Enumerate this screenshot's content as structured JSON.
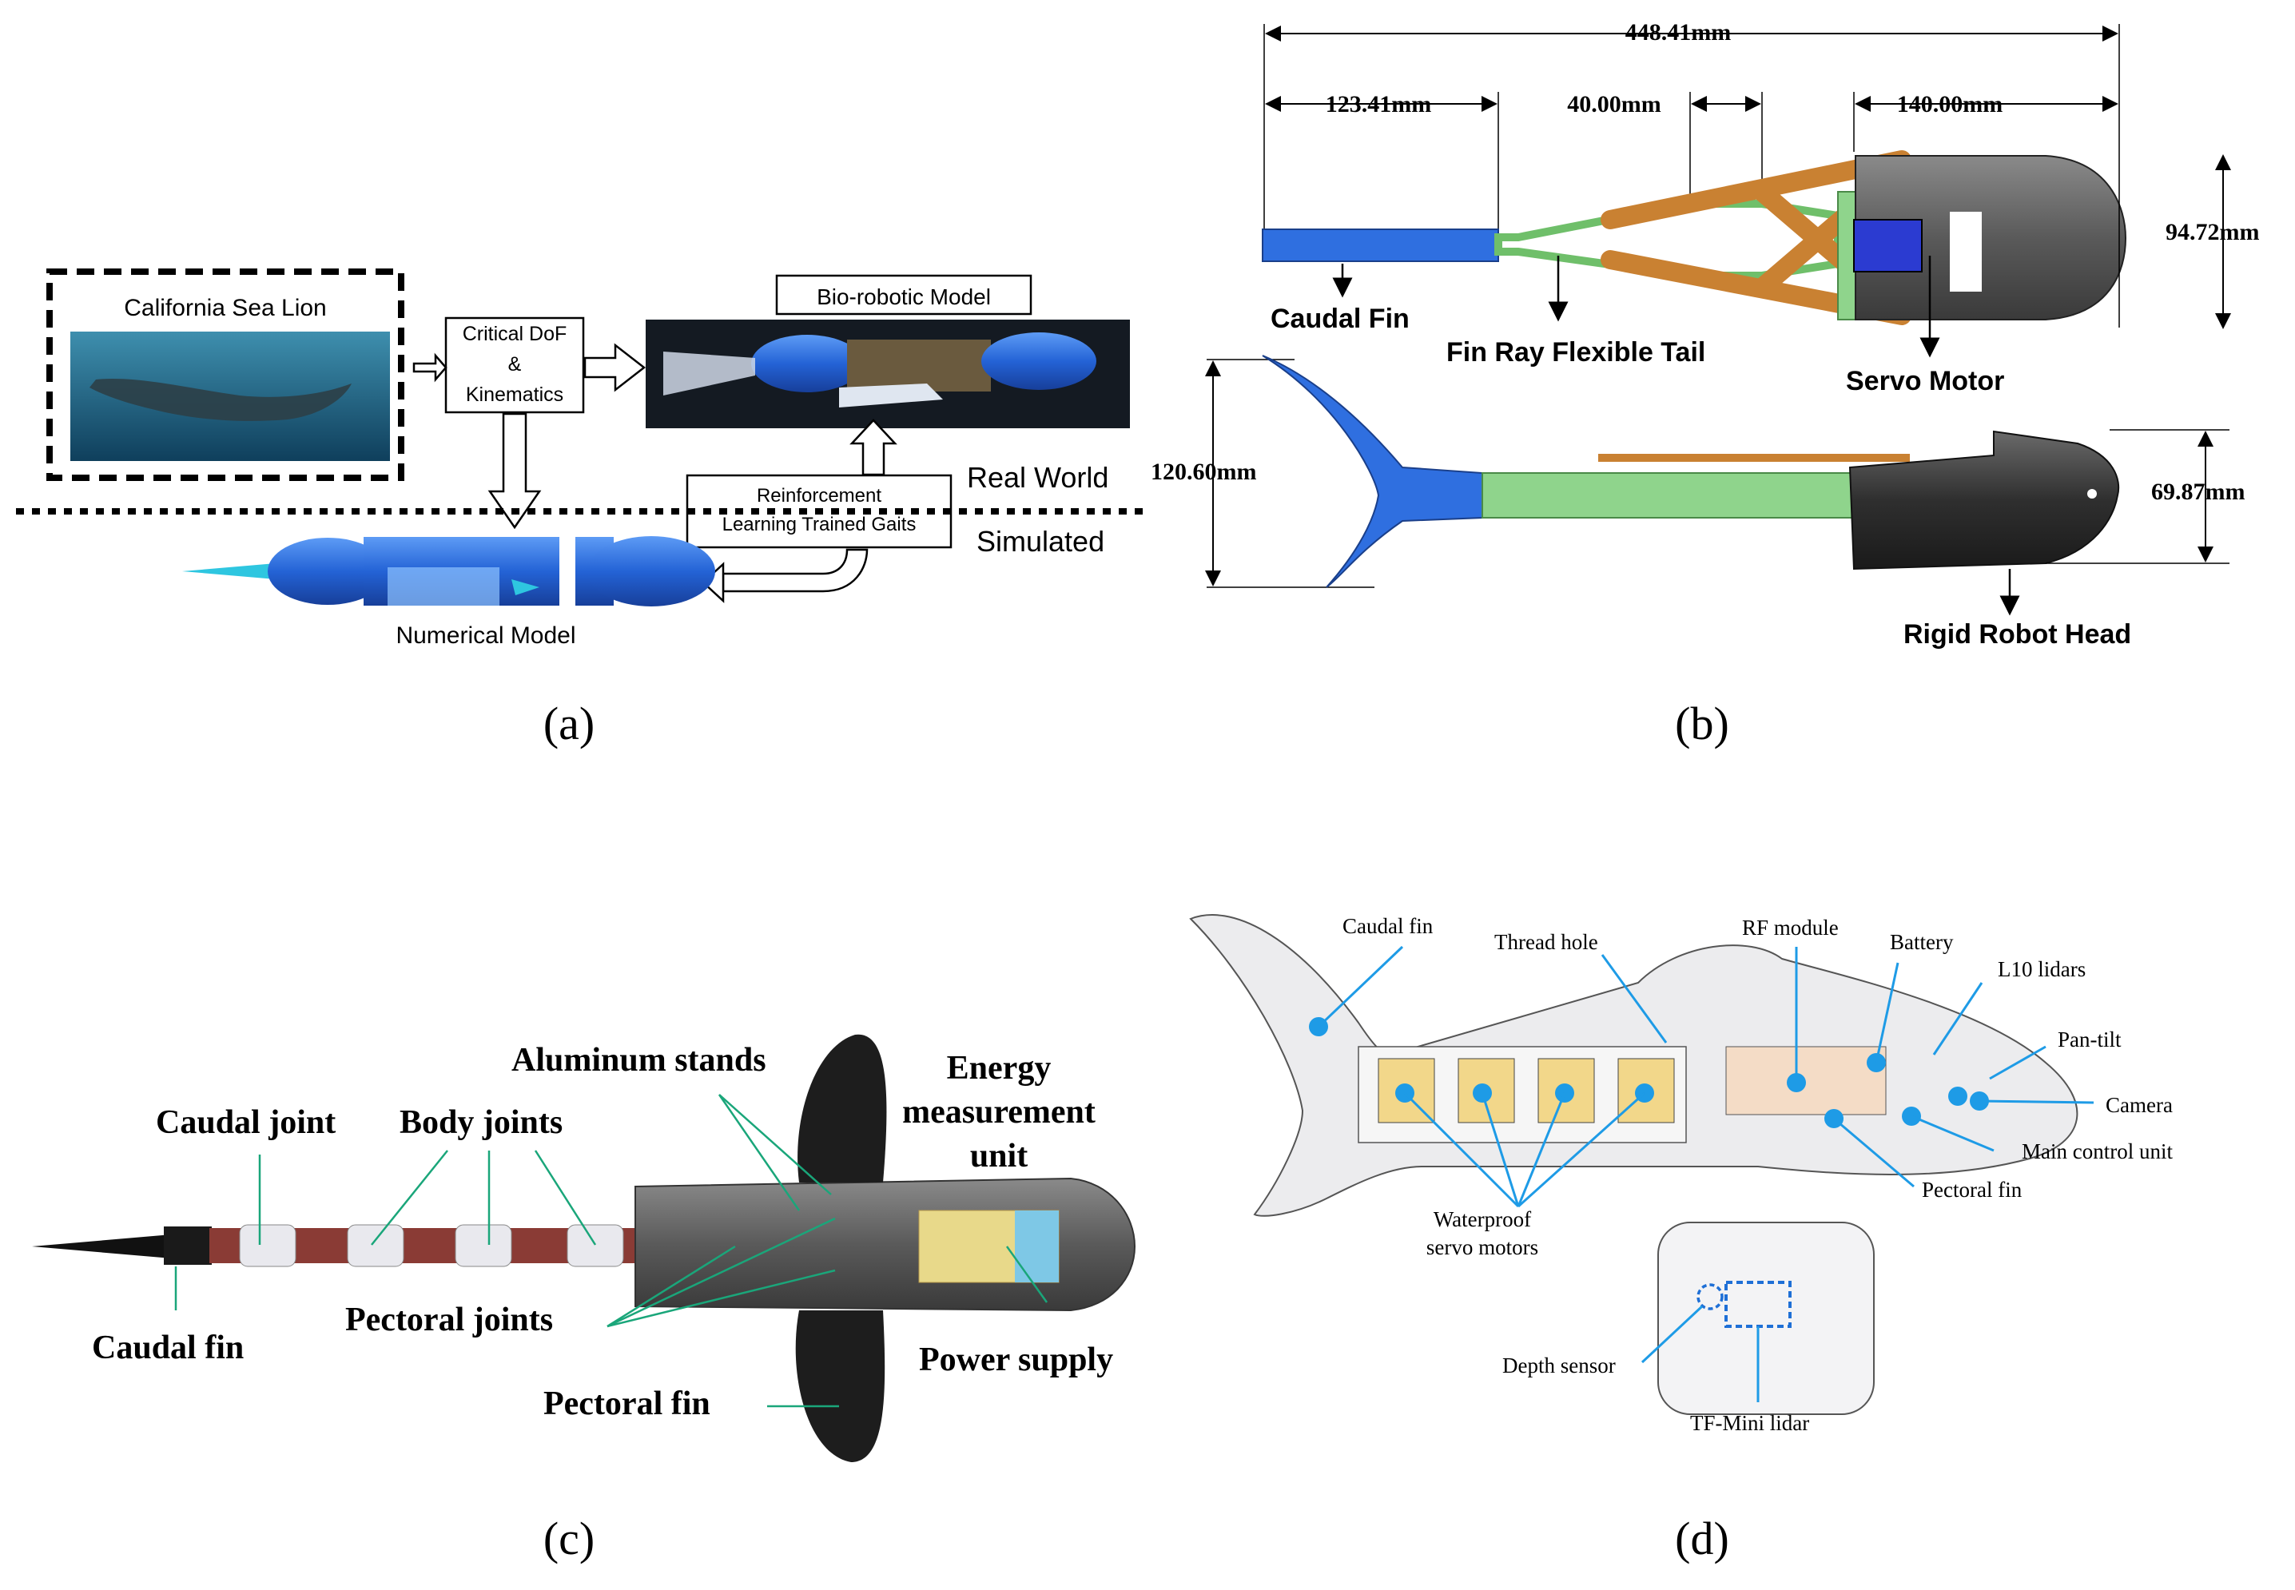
{
  "panel_a": {
    "caption": "(a)",
    "sea_lion_title": "California Sea Lion",
    "dof_box": [
      "Critical DoF",
      "&",
      "Kinematics"
    ],
    "bio_title": "Bio-robotic Model",
    "rl_box": [
      "Reinforcement",
      "Learning Trained Gaits"
    ],
    "real_world": "Real World",
    "simulated": "Simulated",
    "numerical": "Numerical Model"
  },
  "panel_b": {
    "caption": "(b)",
    "dim_total": "448.41mm",
    "dim_fin": "123.41mm",
    "dim_mid": "40.00mm",
    "dim_head": "140.00mm",
    "dim_height_top": "94.72mm",
    "dim_height_bottom_left": "120.60mm",
    "dim_height_bottom_right": "69.87mm",
    "label_caudal": "Caudal Fin",
    "label_tail": "Fin Ray Flexible Tail",
    "label_servo": "Servo Motor",
    "label_head": "Rigid Robot Head"
  },
  "panel_c": {
    "caption": "(c)",
    "aluminum": "Aluminum stands",
    "energy": [
      "Energy",
      "measurement",
      "unit"
    ],
    "caudal_joint": "Caudal joint",
    "body_joints": "Body joints",
    "caudal_fin": "Caudal fin",
    "pectoral_joints": "Pectoral joints",
    "power": "Power supply",
    "pectoral_fin": "Pectoral fin"
  },
  "panel_d": {
    "caption": "(d)",
    "caudal_fin": "Caudal fin",
    "thread_hole": "Thread hole",
    "rf_module": "RF module",
    "battery": "Battery",
    "l10": "L10 lidars",
    "pan_tilt": "Pan-tilt",
    "camera": "Camera",
    "main_control": "Main control unit",
    "pectoral_fin": "Pectoral fin",
    "servo": [
      "Waterproof",
      "servo motors"
    ],
    "depth": "Depth sensor",
    "tf_mini": "TF-Mini lidar"
  },
  "colors": {
    "blue_fin": "#2f6fe0",
    "green_ray": "#8fd48c",
    "orange_link": "#c98132",
    "dark_head": "#3a3a3a",
    "teal_leader": "#1aa67a",
    "cyan_marker": "#1e9be6",
    "robot_blue": "#2463d6"
  }
}
